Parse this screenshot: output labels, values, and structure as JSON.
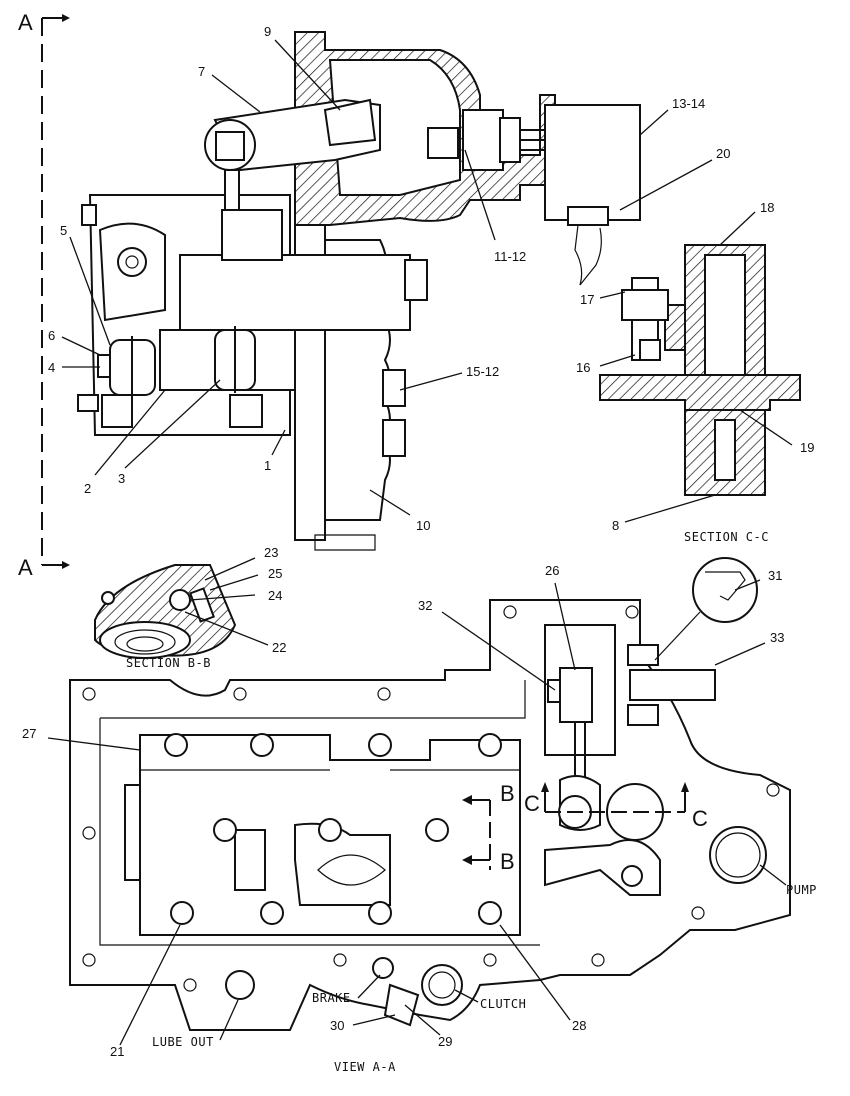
{
  "view_markers": {
    "section_top": "A",
    "section_bottom": "A"
  },
  "callouts": {
    "c1": "1",
    "c2": "2",
    "c3": "3",
    "c4": "4",
    "c5": "5",
    "c6": "6",
    "c7": "7",
    "c8": "8",
    "c9": "9",
    "c10": "10",
    "c11_12": "11-12",
    "c13_14": "13-14",
    "c15_12": "15-12",
    "c16": "16",
    "c17": "17",
    "c18": "18",
    "c19": "19",
    "c20": "20",
    "c21": "21",
    "c22": "22",
    "c23": "23",
    "c24": "24",
    "c25": "25",
    "c26": "26",
    "c27": "27",
    "c28": "28",
    "c29": "29",
    "c30": "30",
    "c31": "31",
    "c32": "32",
    "c33": "33"
  },
  "captions": {
    "section_cc": "SECTION C-C",
    "section_bb": "SECTION B-B",
    "view_aa": "VIEW A-A"
  },
  "port_labels": {
    "pump": "PUMP",
    "brake": "BRAKE",
    "clutch": "CLUTCH",
    "lube_out": "LUBE OUT"
  },
  "section_markers": {
    "b_top": "B",
    "b_bottom": "B",
    "c_left": "C",
    "c_right": "C"
  }
}
